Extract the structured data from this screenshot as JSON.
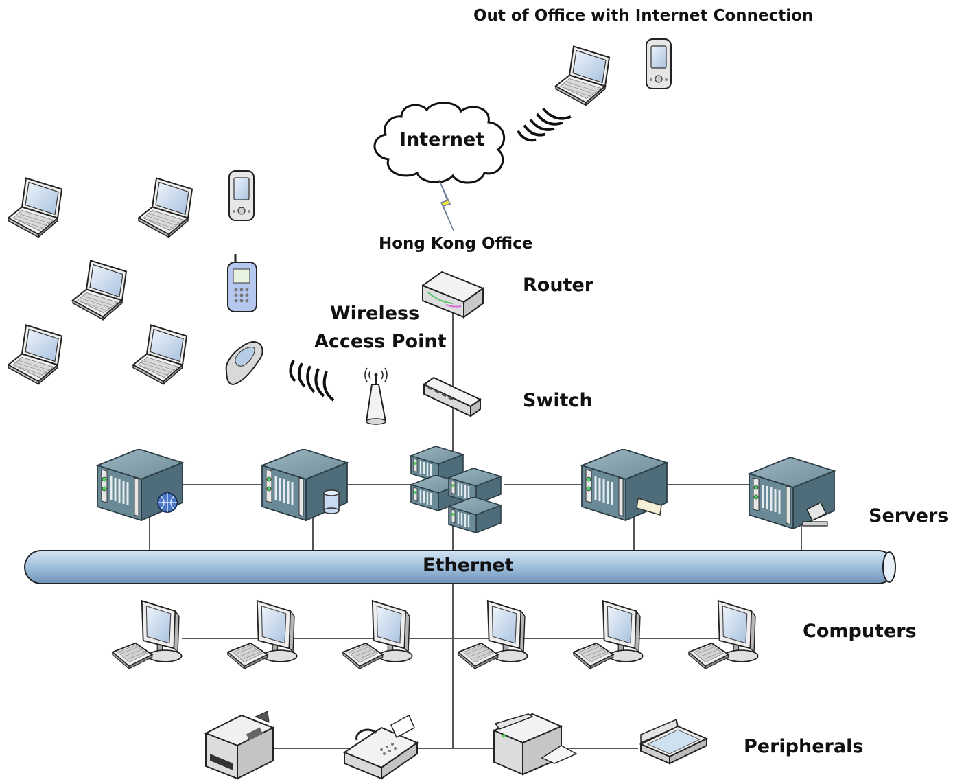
{
  "labels": {
    "out_of_office": "Out of Office with Internet Connection",
    "internet": "Internet",
    "hong_kong_office": "Hong Kong Office",
    "router": "Router",
    "wireless_line1": "Wireless",
    "wireless_line2": "Access Point",
    "switch": "Switch",
    "servers": "Servers",
    "ethernet": "Ethernet",
    "computers": "Computers",
    "peripherals": "Peripherals"
  },
  "colors": {
    "background": "#ffffff",
    "line": "#555555",
    "ethernet_bus": "#9fbfdc",
    "server_body": "#5e7f8e",
    "device_gray": "#e8e8e8",
    "screen": "#b7cde6",
    "lightning": "#f2e83a"
  },
  "icons": {
    "mobile_laptops": 6,
    "mobile_phones": [
      "pda-icon",
      "cell-phone-icon",
      "flip-phone-icon"
    ],
    "servers": [
      "web-server-icon",
      "database-server-icon",
      "server-cluster-icon",
      "mail-server-icon",
      "file-server-icon"
    ],
    "computers": 6,
    "peripherals": [
      "laser-printer-icon",
      "fax-machine-icon",
      "copier-icon",
      "scanner-icon"
    ]
  }
}
